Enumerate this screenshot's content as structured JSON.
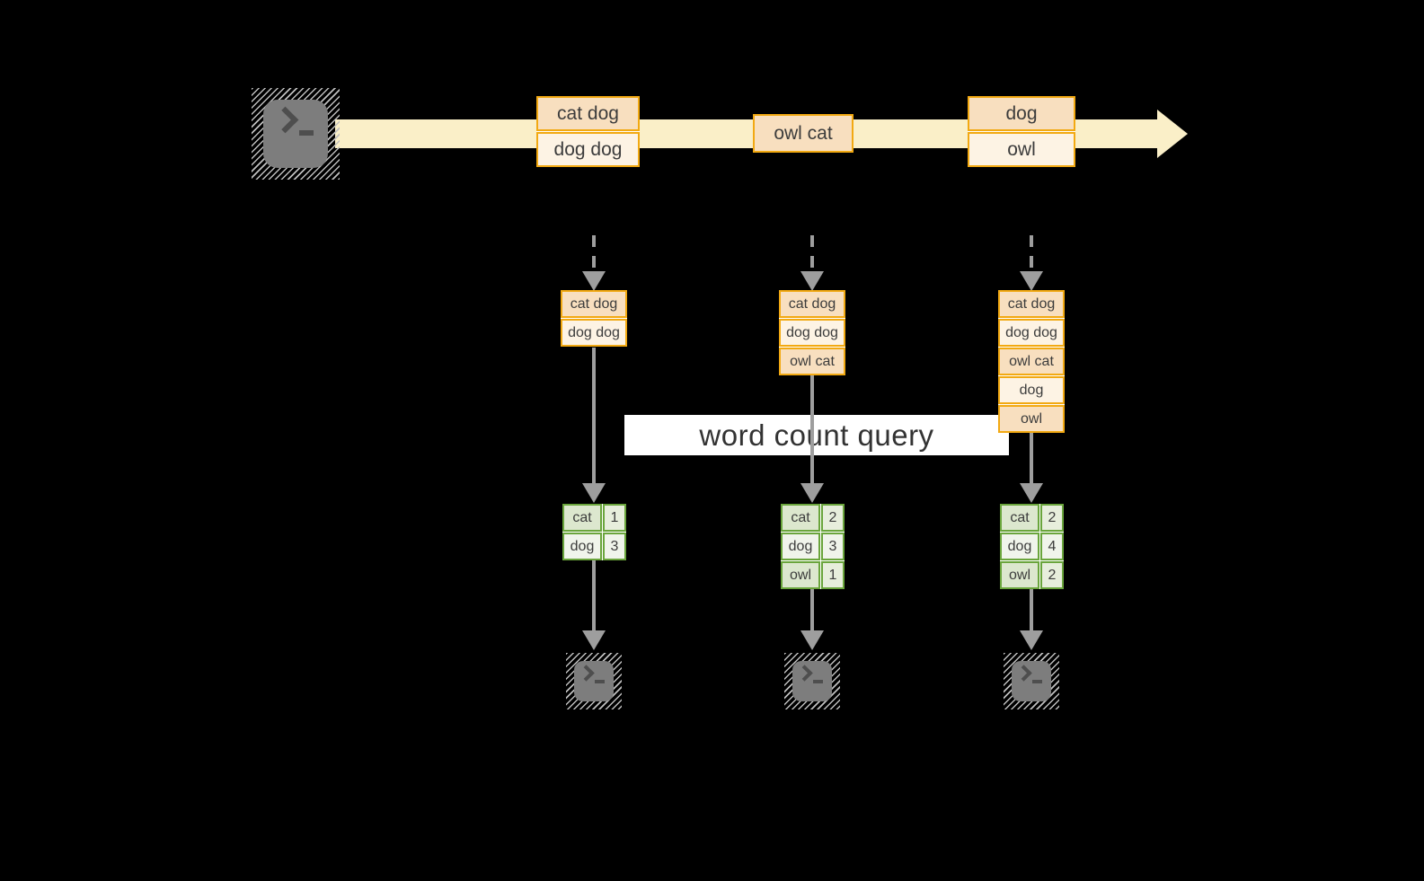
{
  "query_label": "word count query",
  "stream": {
    "batches": [
      {
        "items": [
          "cat dog",
          "dog dog"
        ]
      },
      {
        "items": [
          "owl cat"
        ]
      },
      {
        "items": [
          "dog",
          "owl"
        ]
      }
    ]
  },
  "micro_batches": [
    {
      "items": [
        "cat dog",
        "dog dog"
      ]
    },
    {
      "items": [
        "cat dog",
        "dog dog",
        "owl cat"
      ]
    },
    {
      "items": [
        "cat dog",
        "dog dog",
        "owl cat",
        "dog",
        "owl"
      ]
    }
  ],
  "count_tables": [
    {
      "rows": [
        {
          "word": "cat",
          "count": "1"
        },
        {
          "word": "dog",
          "count": "3"
        }
      ]
    },
    {
      "rows": [
        {
          "word": "cat",
          "count": "2"
        },
        {
          "word": "dog",
          "count": "3"
        },
        {
          "word": "owl",
          "count": "1"
        }
      ]
    },
    {
      "rows": [
        {
          "word": "cat",
          "count": "2"
        },
        {
          "word": "dog",
          "count": "4"
        },
        {
          "word": "owl",
          "count": "2"
        }
      ]
    }
  ],
  "icons": {
    "source": "terminal-prompt-icon",
    "sink": "terminal-prompt-icon"
  },
  "colors": {
    "background": "#000000",
    "stream_band": "#FAEFC8",
    "event_border": "#F2A912",
    "event_fill_dark": "#F8DFBF",
    "event_fill_light": "#FDF3E4",
    "table_border": "#6AA53C",
    "table_fill_dark": "#DCE7CE",
    "table_fill_light": "#F0F4EB",
    "arrow_gray": "#9E9E9E",
    "terminal_gray": "#7D7D7D",
    "query_band_bg": "#FFFFFF"
  }
}
